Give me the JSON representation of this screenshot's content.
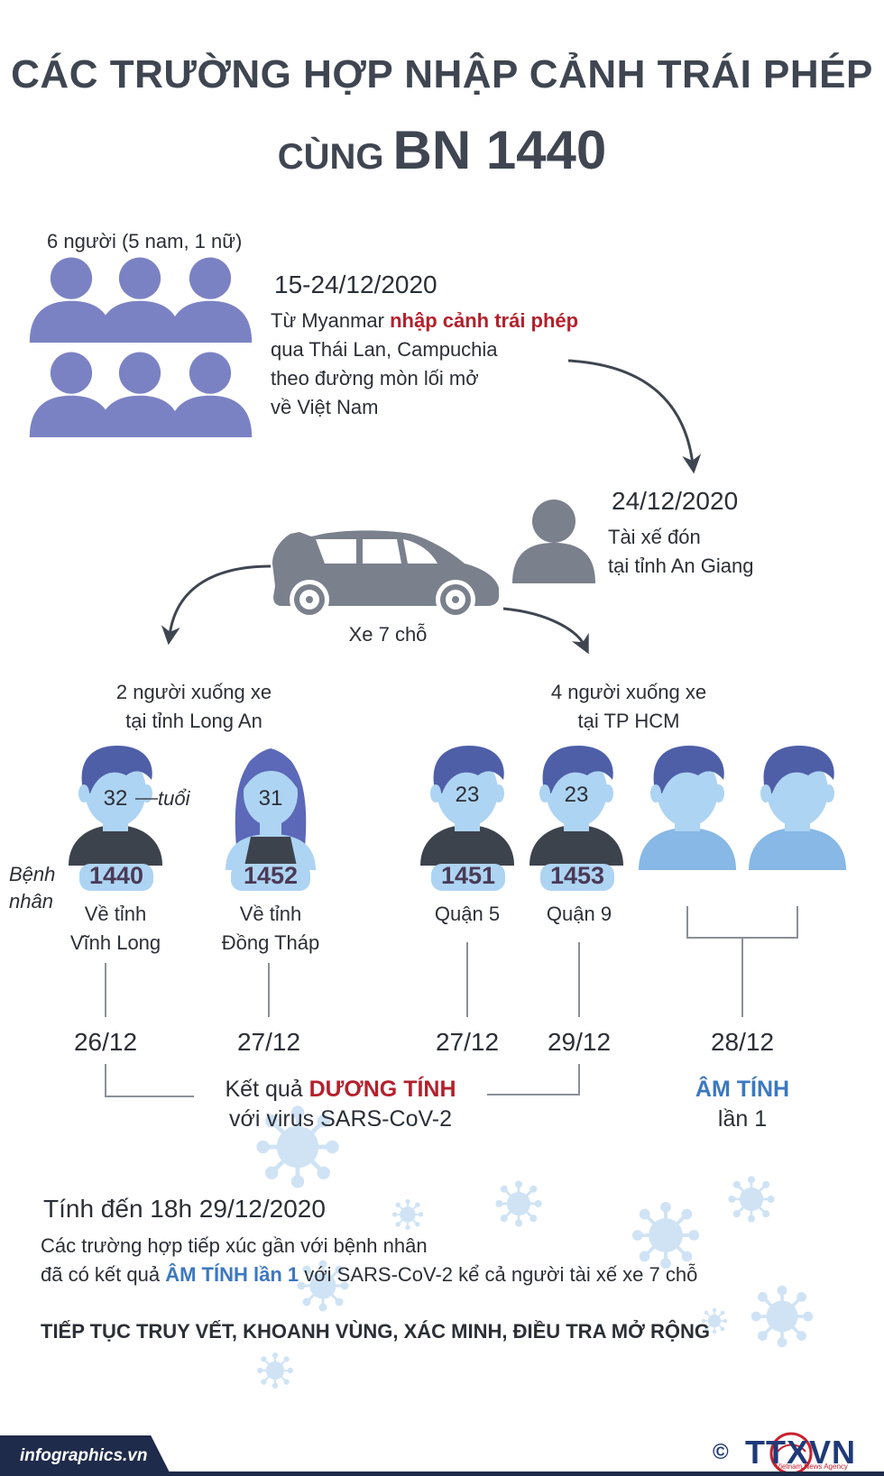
{
  "title": {
    "line1": "CÁC TRƯỜNG HỢP NHẬP CẢNH TRÁI PHÉP",
    "line2_small": "CÙNG",
    "line2_big": "BN 1440"
  },
  "group": {
    "count_label": "6 người (5 nam, 1 nữ)",
    "date": "15-24/12/2020",
    "desc_prefix": "Từ Myanmar ",
    "desc_highlight": "nhập cảnh trái phép",
    "desc_line2": "qua Thái Lan, Campuchia",
    "desc_line3": "theo đường mòn lối mở",
    "desc_line4": "về Việt Nam"
  },
  "driver": {
    "date": "24/12/2020",
    "line1": "Tài xế đón",
    "line2": "tại tỉnh An Giang"
  },
  "car": {
    "label": "Xe 7 chỗ"
  },
  "left_group": {
    "line1": "2 người xuống xe",
    "line2": "tại tỉnh Long An"
  },
  "right_group": {
    "line1": "4 người xuống xe",
    "line2": "tại TP HCM"
  },
  "patient_label": {
    "line1": "Bệnh",
    "line2": "nhân"
  },
  "age_unit": "tuổi",
  "patients": [
    {
      "age": "32",
      "id": "1440",
      "dest1": "Về tỉnh",
      "dest2": "Vĩnh Long",
      "date": "26/12"
    },
    {
      "age": "31",
      "id": "1452",
      "dest1": "Về tỉnh",
      "dest2": "Đồng Tháp",
      "date": "27/12"
    },
    {
      "age": "23",
      "id": "1451",
      "dest1": "Quận 5",
      "date": "27/12"
    },
    {
      "age": "23",
      "id": "1453",
      "dest1": "Quận 9",
      "date": "29/12"
    }
  ],
  "negatives": [
    {
      "label": "Âm tính"
    },
    {
      "label": "Âm tính"
    }
  ],
  "negative_date": "28/12",
  "result_positive": {
    "prefix": "Kết quả ",
    "highlight": "DƯƠNG TÍNH",
    "line2": "với virus SARS-CoV-2"
  },
  "result_negative": {
    "highlight": "ÂM TÍNH",
    "line2": "lần 1"
  },
  "summary": {
    "heading": "Tính đến 18h 29/12/2020",
    "line1": "Các trường hợp tiếp xúc gần với bệnh nhân",
    "line2_prefix": "đã có kết quả ",
    "line2_highlight": "ÂM TÍNH lần 1",
    "line2_suffix": " với SARS-CoV-2 kể cả người tài xế xe 7 chỗ",
    "action": "TIẾP TỤC TRUY VẾT, KHOANH VÙNG, XÁC MINH, ĐIỀU TRA MỞ RỘNG"
  },
  "footer": {
    "site": "infographics.vn",
    "copyright": "©",
    "brand": "TTXVN",
    "brand_sub": "Vietnam News Agency"
  },
  "colors": {
    "group_people": "#7b82c3",
    "driver": "#7a808c",
    "car": "#7a808c",
    "skin": "#aed4f3",
    "hair": "#4e5fa8",
    "shirt_dark": "#3d434d",
    "shirt_light": "#87b8e6",
    "positive": "#b3202c",
    "negative": "#3c78c0",
    "virus": "#cfe3f5"
  }
}
